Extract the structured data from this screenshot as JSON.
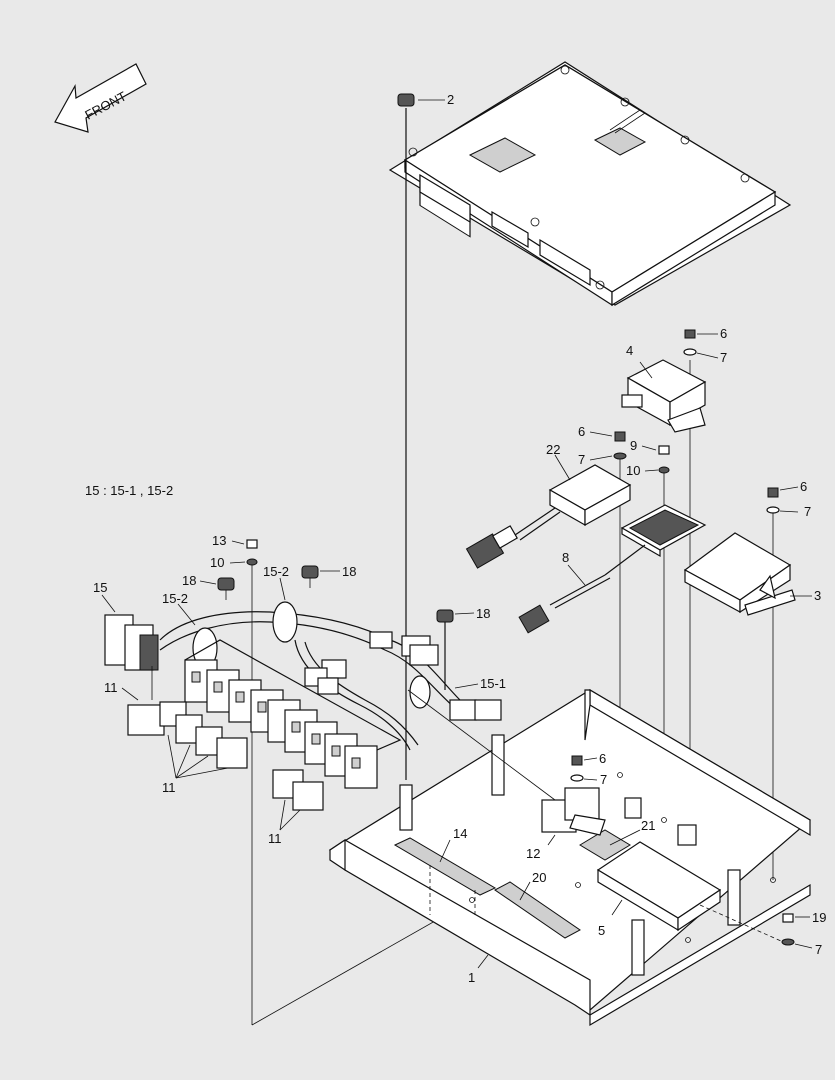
{
  "front_arrow_label": "FRONT",
  "legend_note": "15 : 15-1 , 15-2",
  "callouts": {
    "c1": "1",
    "c2": "2",
    "c3": "3",
    "c4": "4",
    "c5": "5",
    "c6a": "6",
    "c6b": "6",
    "c6c": "6",
    "c6d": "6",
    "c7a": "7",
    "c7b": "7",
    "c7c": "7",
    "c7d": "7",
    "c7e": "7",
    "c8": "8",
    "c9": "9",
    "c10a": "10",
    "c10b": "10",
    "c11a": "11",
    "c11b": "11",
    "c11c": "11",
    "c12": "12",
    "c13": "13",
    "c14": "14",
    "c15": "15",
    "c15_1": "15-1",
    "c15_2a": "15-2",
    "c15_2b": "15-2",
    "c18a": "18",
    "c18b": "18",
    "c18c": "18",
    "c19": "19",
    "c20": "20",
    "c21": "21",
    "c22": "22"
  }
}
